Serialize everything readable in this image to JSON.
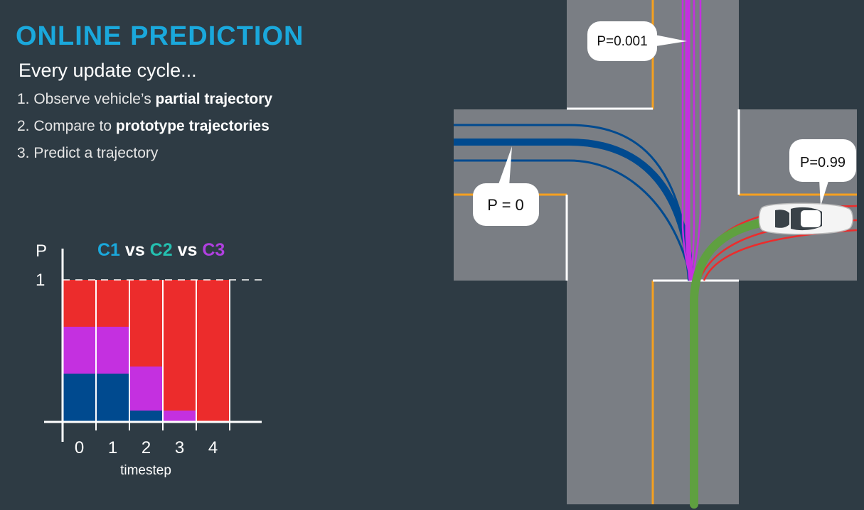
{
  "title": "ONLINE PREDICTION",
  "subtitle": "Every update cycle...",
  "steps": [
    {
      "prefix": "1. Observe vehicle’s ",
      "bold": "partial trajectory"
    },
    {
      "prefix": "2. Compare to ",
      "bold": "prototype trajectories"
    },
    {
      "prefix": "3. Predict a trajectory",
      "bold": ""
    }
  ],
  "chart_header": {
    "c1": "C1",
    "vs1": " vs ",
    "c2": "C2",
    "vs2": " vs ",
    "c3": "C3"
  },
  "chart_data": {
    "type": "bar",
    "stacked": true,
    "xlabel": "timestep",
    "ylabel": "P",
    "ylim": [
      0,
      1
    ],
    "y_ticks": [
      "1"
    ],
    "categories": [
      "0",
      "1",
      "2",
      "3",
      "4"
    ],
    "series": [
      {
        "color": "#004a8f",
        "values": [
          0.34,
          0.34,
          0.08,
          0.0,
          0.0
        ]
      },
      {
        "color": "#c430e0",
        "values": [
          0.33,
          0.33,
          0.31,
          0.08,
          0.0
        ]
      },
      {
        "color": "#ec2c2c",
        "values": [
          0.33,
          0.33,
          0.61,
          0.92,
          1.0
        ]
      }
    ]
  },
  "bubbles": {
    "p_c3": "P=0.001",
    "p_c1": "P = 0",
    "p_c2": "P=0.99"
  },
  "colors": {
    "title": "#1aa8dc",
    "c1": "#1aa8dc",
    "c2": "#24c0b0",
    "c3": "#b040e0",
    "road": "#7a7e84",
    "background": "#2e3b44"
  }
}
